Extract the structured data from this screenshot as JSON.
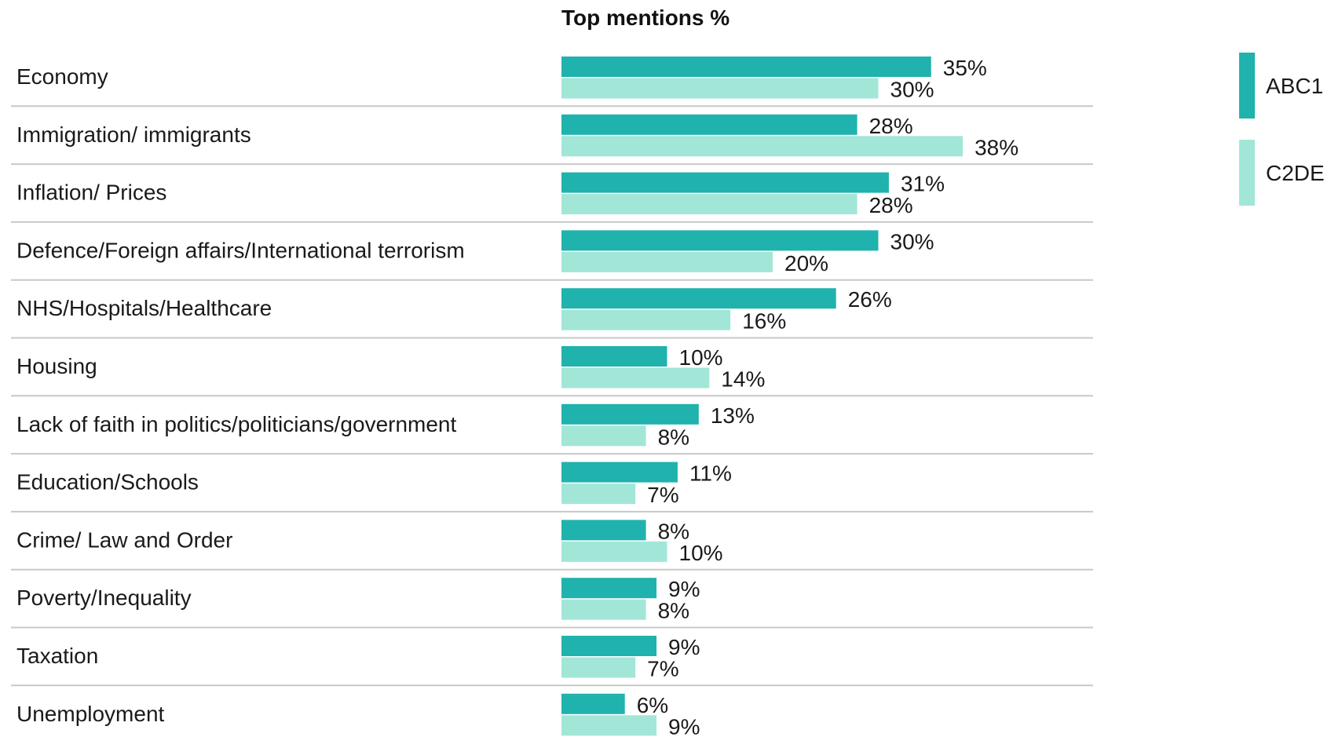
{
  "chart_data": {
    "type": "bar",
    "orientation": "horizontal",
    "title": "Top mentions %",
    "categories": [
      "Economy",
      "Immigration/ immigrants",
      "Inflation/ Prices",
      "Defence/Foreign affairs/International terrorism",
      "NHS/Hospitals/Healthcare",
      "Housing",
      "Lack of faith in politics/politicians/government",
      "Education/Schools",
      "Crime/ Law and Order",
      "Poverty/Inequality",
      "Taxation",
      "Unemployment"
    ],
    "series": [
      {
        "name": "ABC1",
        "color": "#20b2ad",
        "values": [
          35,
          28,
          31,
          30,
          26,
          10,
          13,
          11,
          8,
          9,
          9,
          6
        ]
      },
      {
        "name": "C2DE",
        "color": "#a2e6d8",
        "values": [
          30,
          38,
          28,
          20,
          16,
          14,
          8,
          7,
          10,
          8,
          7,
          9
        ]
      }
    ],
    "value_suffix": "%",
    "legend_position": "top-right",
    "grid": false,
    "row_separators": true
  },
  "colors": {
    "separator": "#c8c8c8",
    "text": "#1a1a1a"
  }
}
